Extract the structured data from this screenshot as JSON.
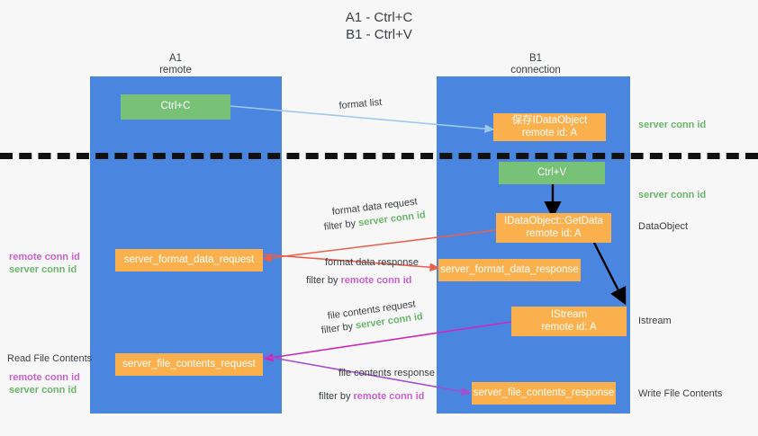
{
  "title": {
    "line1": "A1 - Ctrl+C",
    "line2": "B1 - Ctrl+V"
  },
  "lanes": [
    {
      "name": "A1",
      "sub": "remote"
    },
    {
      "name": "B1",
      "sub": "connection"
    }
  ],
  "colors": {
    "lane": "#4a86e0",
    "green": "#77c277",
    "orange": "#fbb04e",
    "server_conn": "#69b76a",
    "remote_conn": "#cc5fd0",
    "arrow_blue": "#9cc8ef",
    "arrow_red": "#e8604c",
    "arrow_magenta": "#cc28b8",
    "arrow_purple": "#a24fd0",
    "arrow_black": "#000000"
  },
  "boxes": {
    "ctrl_c": "Ctrl+C",
    "ctrl_v": "Ctrl+V",
    "save_idataobject_l1": "保存IDataObject",
    "save_idataobject_l2": "remote id: A",
    "getdata_l1": "IDataObject::GetData",
    "getdata_l2": "remote id: A",
    "istream_l1": "IStream",
    "istream_l2": "remote id: A",
    "server_format_data_request": "server_format_data_request",
    "server_format_data_response": "server_format_data_response",
    "server_file_contents_request": "server_file_contents_request",
    "server_file_contents_response": "server_file_contents_response"
  },
  "middle_labels": {
    "format_list": "format list",
    "format_data_request": "format data request",
    "format_data_request_filter_prefix": "filter by ",
    "format_data_request_filter_value": "server conn id",
    "format_data_response": "format data response",
    "format_data_response_filter_prefix": "filter by ",
    "format_data_response_filter_value": "remote conn id",
    "file_contents_request": "file contents request",
    "file_contents_request_filter_prefix": "filter by ",
    "file_contents_request_filter_value": "server conn id",
    "file_contents_response": "file contents response",
    "file_contents_response_filter_prefix": "filter by ",
    "file_contents_response_filter_value": "remote conn id"
  },
  "right_labels": {
    "server_conn_id_top": "server conn id",
    "server_conn_id_mid": "server conn id",
    "dataobject": "DataObject",
    "istream": "Istream",
    "write_file_contents": "Write File Contents"
  },
  "left_labels": {
    "remote_conn_id_1": "remote conn id",
    "server_conn_id_1": "server conn id",
    "read_file_contents": "Read File Contents",
    "remote_conn_id_2": "remote conn id",
    "server_conn_id_2": "server conn id"
  }
}
